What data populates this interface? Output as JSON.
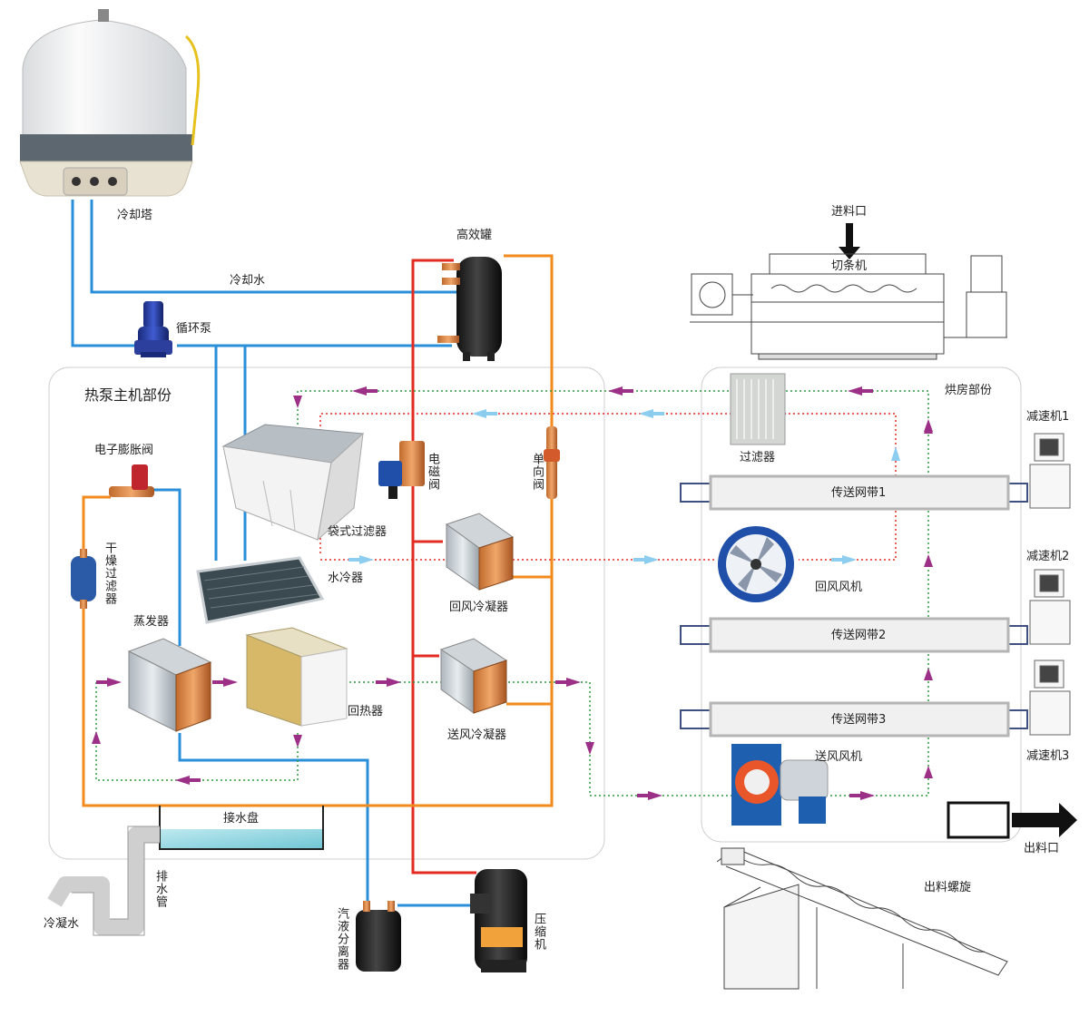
{
  "labels": {
    "cooling_tower": "冷却塔",
    "cooling_water": "冷却水",
    "circulating_pump": "循环泵",
    "high_efficiency_tank": "高效罐",
    "heat_pump_section": "热泵主机部份",
    "drying_room_section": "烘房部份",
    "electronic_expansion_valve": "电子膨胀阀",
    "dry_filter": "干燥过滤器",
    "evaporator": "蒸发器",
    "solenoid_valve": "电磁阀",
    "check_valve": "单向阀",
    "bag_filter": "袋式过滤器",
    "water_cooler": "水冷器",
    "return_air_condenser": "回风冷凝器",
    "supply_air_condenser": "送风冷凝器",
    "heat_recovery": "回热器",
    "drain_pan": "接水盘",
    "drain_pipe": "排水管",
    "condensate_water": "冷凝水",
    "gas_liquid_separator": "汽液分离器",
    "compressor": "压缩机",
    "feed_inlet": "进料口",
    "strip_cutter": "切条机",
    "filter": "过滤器",
    "conveyor_belt_1": "传送网带1",
    "conveyor_belt_2": "传送网带2",
    "conveyor_belt_3": "传送网带3",
    "return_fan": "回风风机",
    "supply_fan": "送风风机",
    "reducer_1": "减速机1",
    "reducer_2": "减速机2",
    "reducer_3": "减速机3",
    "discharge_outlet": "出料口",
    "discharge_screw": "出料螺旋"
  },
  "colors": {
    "cooling_water": "#2a8fd8",
    "refrigerant_hot": "#e32b22",
    "refrigerant_liquid": "#f28a1c",
    "return_air": "#e32b22",
    "moist_air": "#2e9a3e",
    "air_arrow": "#9c2f86",
    "hot_air_arrow": "#8ccdf0",
    "panel_border": "#cfcfcf"
  }
}
